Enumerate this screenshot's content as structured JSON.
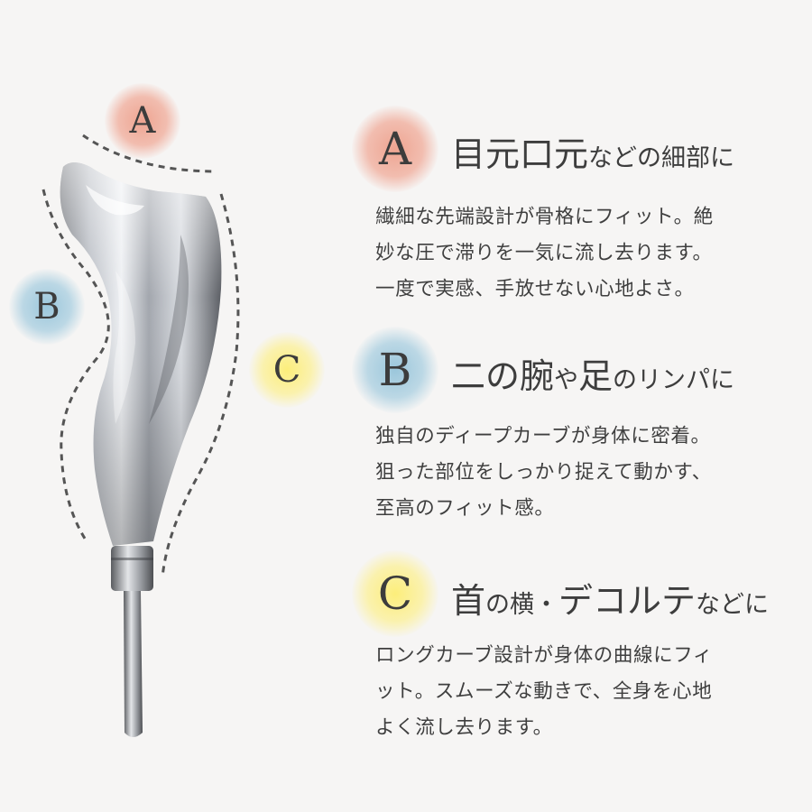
{
  "markers": {
    "a": "A",
    "b": "B",
    "c": "C"
  },
  "features": [
    {
      "letter": "A",
      "color": "#f0a896",
      "title_parts": [
        "目元口元",
        "などの細部に"
      ],
      "desc_lines": [
        "繊細な先端設計が骨格にフィット。絶",
        "妙な圧で滞りを一気に流し去ります。",
        "一度で実感、手放せない心地よさ。"
      ]
    },
    {
      "letter": "B",
      "color": "#a8cee0",
      "title_parts": [
        "二の腕",
        "や",
        "足",
        "のリンパに"
      ],
      "desc_lines": [
        "独自のディープカーブが身体に密着。",
        "狙った部位をしっかり捉えて動かす、",
        "至高のフィット感。"
      ]
    },
    {
      "letter": "C",
      "color": "#fcee80",
      "title_parts": [
        "首",
        "の横・",
        "デコルテ",
        "などに"
      ],
      "desc_lines": [
        "ロングカーブ設計が身体の曲線にフィ",
        "ット。スムーズな動きで、全身を心地",
        "よく流し去ります。"
      ]
    }
  ]
}
